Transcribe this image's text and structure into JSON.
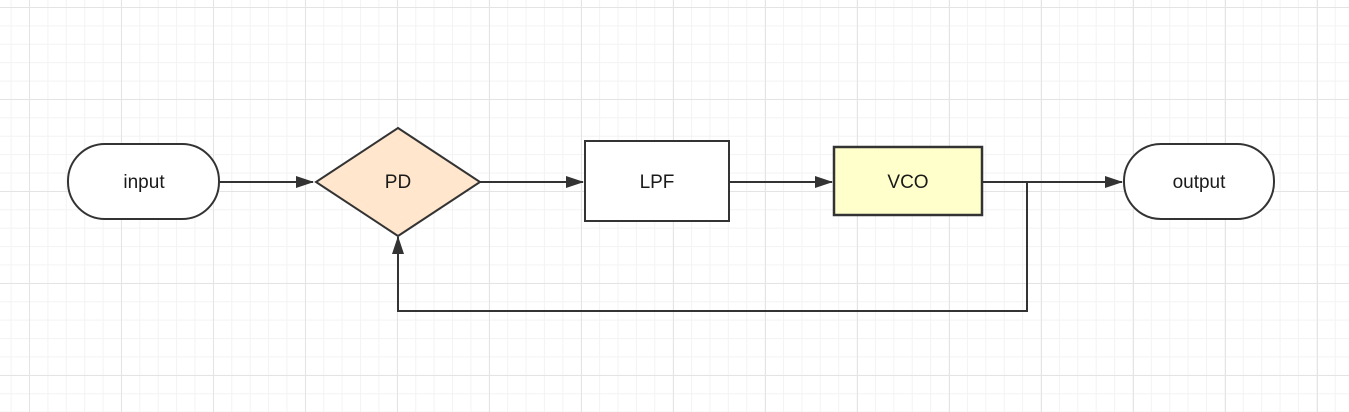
{
  "diagram": {
    "nodes": [
      {
        "id": "input",
        "label": "input",
        "shape": "terminator",
        "fill": "#ffffff"
      },
      {
        "id": "pd",
        "label": "PD",
        "shape": "diamond",
        "fill": "#ffe6cc"
      },
      {
        "id": "lpf",
        "label": "LPF",
        "shape": "rectangle",
        "fill": "#ffffff"
      },
      {
        "id": "vco",
        "label": "VCO",
        "shape": "rectangle",
        "fill": "#ffffcc"
      },
      {
        "id": "output",
        "label": "output",
        "shape": "terminator",
        "fill": "#ffffff"
      }
    ],
    "edges": [
      {
        "from": "input",
        "to": "pd"
      },
      {
        "from": "pd",
        "to": "lpf"
      },
      {
        "from": "lpf",
        "to": "vco"
      },
      {
        "from": "vco",
        "to": "output"
      },
      {
        "from": "vco",
        "to": "pd",
        "kind": "feedback"
      }
    ],
    "colors": {
      "stroke": "#333333",
      "text": "#1a1a1a",
      "grid_major": "#e4e4e4",
      "grid_minor": "#f3f3f3"
    }
  }
}
